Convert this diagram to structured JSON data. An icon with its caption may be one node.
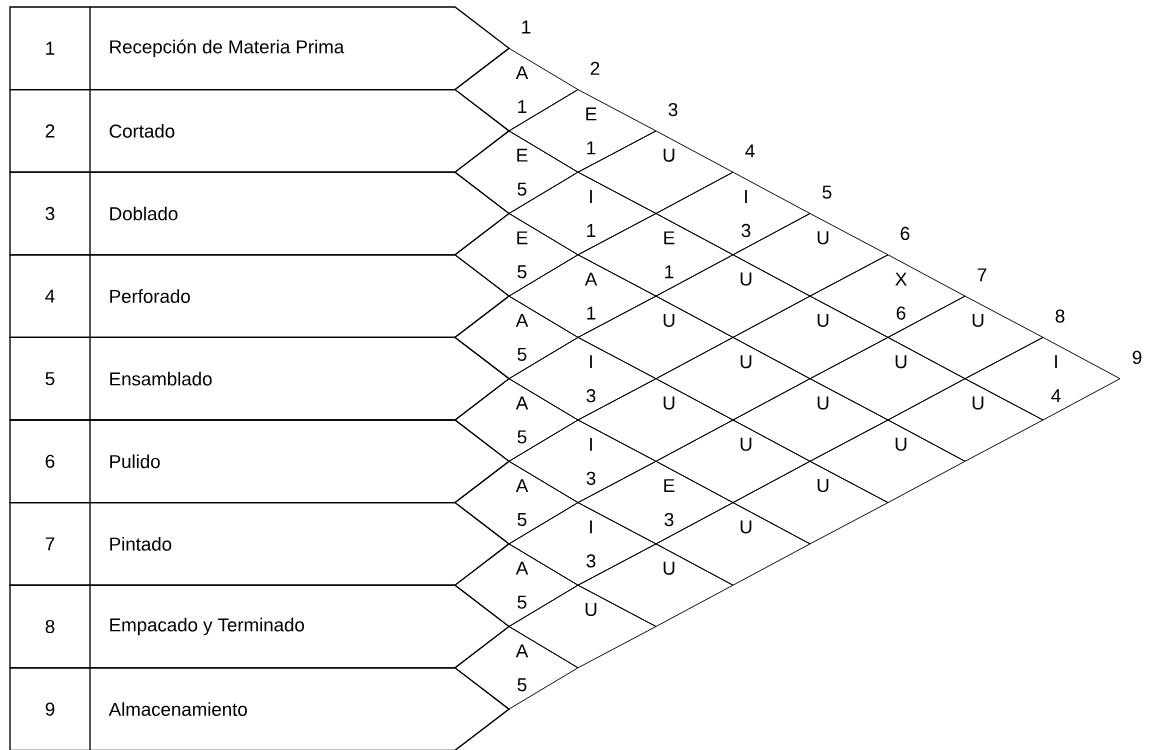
{
  "diagram": {
    "nodes": [
      {
        "text": [
          "1",
          "Recepción de Materia Prima"
        ]
      },
      {
        "text": [
          "2",
          "Cortado"
        ]
      },
      {
        "text": [
          "3",
          "Doblado"
        ]
      },
      {
        "text": [
          "4",
          "Perforado"
        ]
      },
      {
        "text": [
          "5",
          "Ensamblado"
        ]
      },
      {
        "text": [
          "6",
          "Pulido"
        ]
      },
      {
        "text": [
          "7",
          "Pintado"
        ]
      },
      {
        "text": [
          "8",
          "Empacado y Terminado"
        ]
      },
      {
        "text": [
          "9",
          "Almacenamiento"
        ]
      },
      {
        "text": [
          "A",
          "1"
        ]
      },
      {
        "text": [
          "E",
          "1"
        ]
      },
      {
        "text": [
          "U"
        ]
      },
      {
        "text": [
          "I",
          "3"
        ]
      },
      {
        "text": [
          "U"
        ]
      },
      {
        "text": [
          "X",
          "6"
        ]
      },
      {
        "text": [
          "U"
        ]
      },
      {
        "text": [
          "I",
          "4"
        ]
      },
      {
        "text": [
          "E",
          "5"
        ]
      },
      {
        "text": [
          "I",
          "1"
        ]
      },
      {
        "text": [
          "E",
          "1"
        ]
      },
      {
        "text": [
          "U"
        ]
      },
      {
        "text": [
          "U"
        ]
      },
      {
        "text": [
          "U"
        ]
      },
      {
        "text": [
          "U"
        ]
      },
      {
        "text": [
          "E",
          "5"
        ]
      },
      {
        "text": [
          "A",
          "1"
        ]
      },
      {
        "text": [
          "U"
        ]
      },
      {
        "text": [
          "U"
        ]
      },
      {
        "text": [
          "U"
        ]
      },
      {
        "text": [
          "U"
        ]
      },
      {
        "text": [
          "A",
          "5"
        ]
      },
      {
        "text": [
          "I",
          "3"
        ]
      },
      {
        "text": [
          "U"
        ]
      },
      {
        "text": [
          "U"
        ]
      },
      {
        "text": [
          "U"
        ]
      },
      {
        "text": [
          "A",
          "5"
        ]
      },
      {
        "text": [
          "I",
          "3"
        ]
      },
      {
        "text": [
          "E",
          "3"
        ]
      },
      {
        "text": [
          "U"
        ]
      },
      {
        "text": [
          "A",
          "5"
        ]
      },
      {
        "text": [
          "I",
          "3"
        ]
      },
      {
        "text": [
          "U"
        ]
      },
      {
        "text": [
          "A",
          "5"
        ]
      },
      {
        "text": [
          "U"
        ]
      },
      {
        "text": [
          "A",
          "5"
        ]
      }
    ],
    "labels": [
      "1",
      "2",
      "3",
      "4",
      "5",
      "6",
      "7",
      "8",
      "9"
    ]
  }
}
